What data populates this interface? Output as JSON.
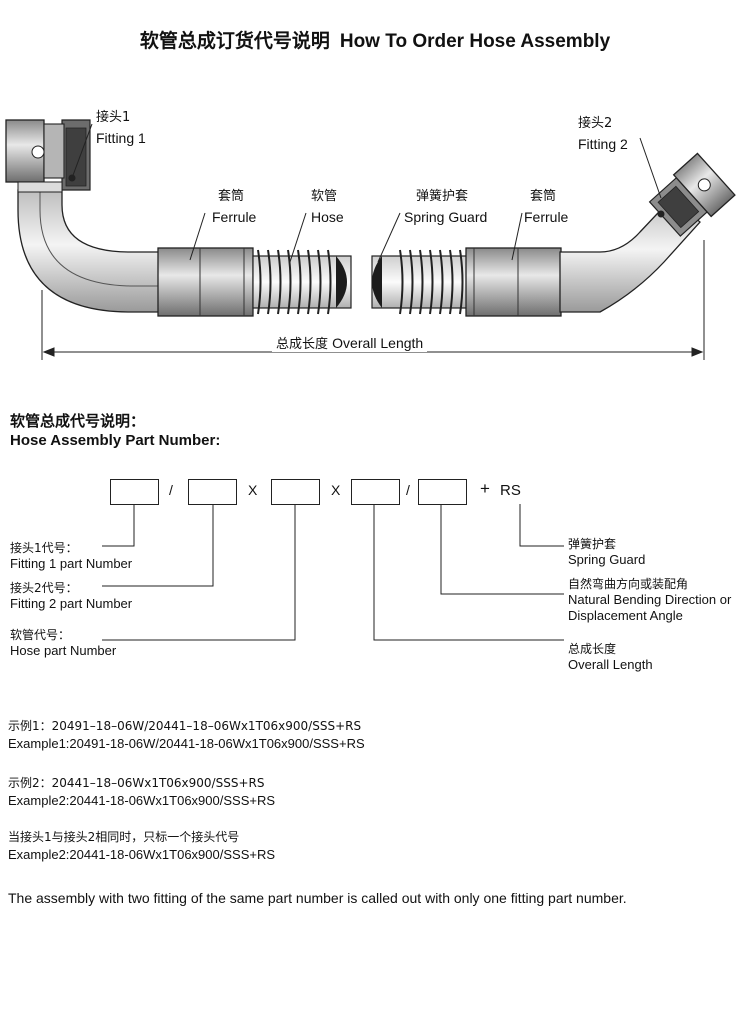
{
  "title": {
    "zh": "软管总成订货代号说明",
    "en": "How To Order Hose Assembly"
  },
  "diagram": {
    "fitting1": {
      "zh": "接头1",
      "en": "Fitting 1"
    },
    "fitting2": {
      "zh": "接头2",
      "en": "Fitting 2"
    },
    "ferrule_left": {
      "zh": "套筒",
      "en": "Ferrule"
    },
    "hose": {
      "zh": "软管",
      "en": "Hose"
    },
    "spring_guard": {
      "zh": "弹簧护套",
      "en": "Spring Guard"
    },
    "ferrule_right": {
      "zh": "套筒",
      "en": "Ferrule"
    },
    "overall_length": {
      "zh": "总成长度",
      "en": "Overall Length"
    }
  },
  "part_number": {
    "heading_zh": "软管总成代号说明：",
    "heading_en": "Hose Assembly Part Number:",
    "separators": [
      "/",
      "X",
      "X",
      "/",
      "+"
    ],
    "suffix": "RS",
    "labels": {
      "fitting1": {
        "zh": "接头1代号：",
        "en": "Fitting 1 part Number"
      },
      "fitting2": {
        "zh": "接头2代号：",
        "en": "Fitting 2 part Number"
      },
      "hose": {
        "zh": "软管代号：",
        "en": "Hose part Number"
      },
      "spring_guard": {
        "zh": "弹簧护套",
        "en": "Spring Guard"
      },
      "bending": {
        "zh": "自然弯曲方向或装配角",
        "en1": "Natural Bending Direction or",
        "en2": "Displacement Angle"
      },
      "overall": {
        "zh": "总成长度",
        "en": "Overall Length"
      }
    }
  },
  "examples": {
    "ex1_zh": "示例1：20491–18–06W/20441–18–06Wx1T06x900/SSS+RS",
    "ex1_en": "Example1:20491-18-06W/20441-18-06Wx1T06x900/SSS+RS",
    "ex2_zh": "示例2：20441–18–06Wx1T06x900/SSS+RS",
    "ex2_en": "Example2:20441-18-06Wx1T06x900/SSS+RS",
    "ex3_zh": "当接头1与接头2相同时，只标一个接头代号",
    "ex3_en": "Example2:20441-18-06Wx1T06x900/SSS+RS"
  },
  "note": "The assembly with two fitting of the same part number is called out with only one fitting part number."
}
